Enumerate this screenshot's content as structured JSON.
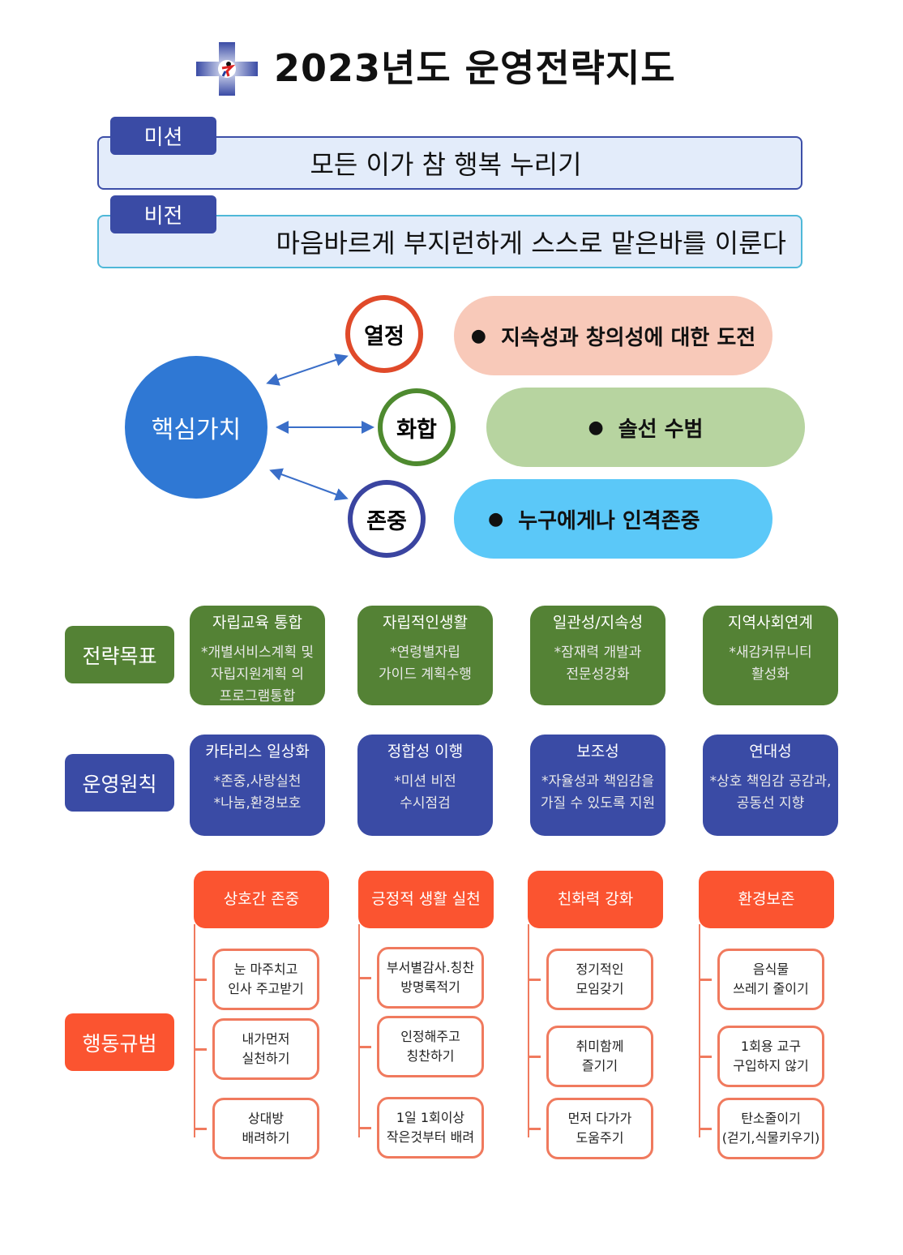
{
  "header": {
    "title": "2023년도 운영전략지도",
    "logo": "cross-emblem-logo"
  },
  "mission": {
    "tag": "미션",
    "text": "모든 이가 참 행복 누리기"
  },
  "vision": {
    "tag": "비전",
    "text": "마음바르게 부지런하게 스스로 맡은바를 이룬다"
  },
  "core": {
    "label": "핵심가치",
    "values": [
      {
        "name": "열정",
        "desc": "지속성과 창의성에 대한 도전",
        "color": "#e04a2a",
        "pill": "#f8c9b9"
      },
      {
        "name": "화합",
        "desc": "솔선 수범",
        "color": "#4e8a2f",
        "pill": "#b7d4a0"
      },
      {
        "name": "존중",
        "desc": "누구에게나 인격존중",
        "color": "#3a44a0",
        "pill": "#5bc8f8"
      }
    ]
  },
  "goals": {
    "label": "전략목표",
    "color": "#548235",
    "items": [
      {
        "title": "자립교육 통합",
        "body": [
          "*개별서비스계획 및",
          "자립지원계획 의",
          "프로그램통합"
        ]
      },
      {
        "title": "자립적인생활",
        "body": [
          "*연령별자립",
          "가이드 계획수행"
        ]
      },
      {
        "title": "일관성/지속성",
        "body": [
          "*잠재력 개발과",
          "전문성강화"
        ]
      },
      {
        "title": "지역사회연계",
        "body": [
          "*새감커뮤니티",
          "활성화"
        ]
      }
    ]
  },
  "principles": {
    "label": "운영원칙",
    "color": "#3a4ba5",
    "items": [
      {
        "title": "카타리스 일상화",
        "body": [
          "*존중,사랑실천",
          "*나눔,환경보호"
        ]
      },
      {
        "title": "정합성 이행",
        "body": [
          "*미션 비전",
          "수시점검"
        ]
      },
      {
        "title": "보조성",
        "body": [
          "*자율성과 책임감을",
          "가질 수 있도록 지원"
        ]
      },
      {
        "title": "연대성",
        "body": [
          "*상호 책임감 공감과,",
          "공동선 지향"
        ]
      }
    ]
  },
  "norms": {
    "label": "행동규범",
    "color": "#fb5430",
    "items": [
      {
        "title": "상호간 존중",
        "subs": [
          "눈 마주치고\n인사 주고받기",
          "내가먼저\n실천하기",
          "상대방\n배려하기"
        ]
      },
      {
        "title": "긍정적 생활 실천",
        "subs": [
          "부서별감사.칭찬\n방명록적기",
          "인정해주고\n칭찬하기",
          "1일 1회이상\n작은것부터 배려"
        ]
      },
      {
        "title": "친화력 강화",
        "subs": [
          "정기적인\n모임갖기",
          "취미함께\n즐기기",
          "먼저 다가가\n도움주기"
        ]
      },
      {
        "title": "환경보존",
        "subs": [
          "음식물\n쓰레기 줄이기",
          "1회용 교구\n구입하지 않기",
          "탄소줄이기\n(걷기,식물키우기)"
        ]
      }
    ]
  }
}
